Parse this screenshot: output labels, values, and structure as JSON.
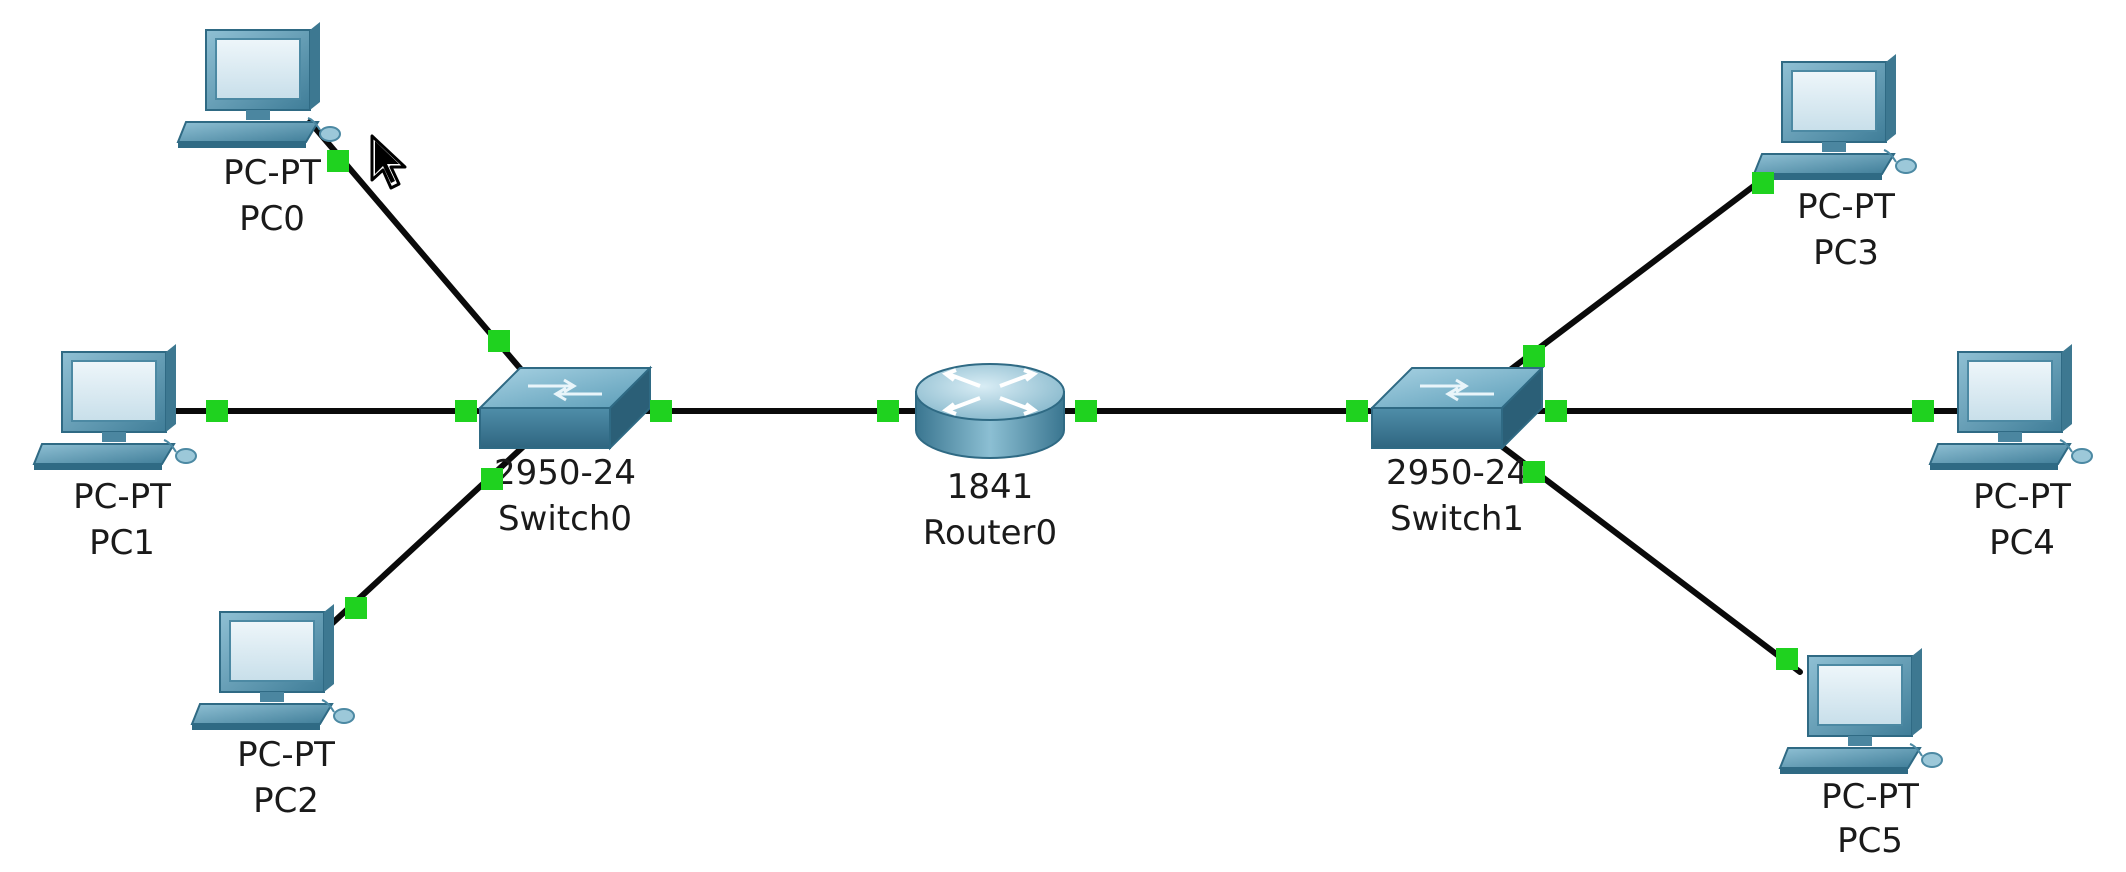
{
  "devices": {
    "pc0": {
      "model": "PC-PT",
      "name": "PC0"
    },
    "pc1": {
      "model": "PC-PT",
      "name": "PC1"
    },
    "pc2": {
      "model": "PC-PT",
      "name": "PC2"
    },
    "pc3": {
      "model": "PC-PT",
      "name": "PC3"
    },
    "pc4": {
      "model": "PC-PT",
      "name": "PC4"
    },
    "pc5": {
      "model": "PC-PT",
      "name": "PC5"
    },
    "switch0": {
      "model": "2950-24",
      "name": "Switch0"
    },
    "switch1": {
      "model": "2950-24",
      "name": "Switch1"
    },
    "router0": {
      "model": "1841",
      "name": "Router0"
    }
  },
  "colors": {
    "cable": "#0a0a0a",
    "link_up": "#1fd21f",
    "device_body": "#5f9bb3",
    "device_screen": "#d9e9f1"
  },
  "icons": {
    "pc": "pc-icon",
    "switch": "switch-icon",
    "router": "router-icon",
    "cursor": "mouse-pointer-icon"
  }
}
